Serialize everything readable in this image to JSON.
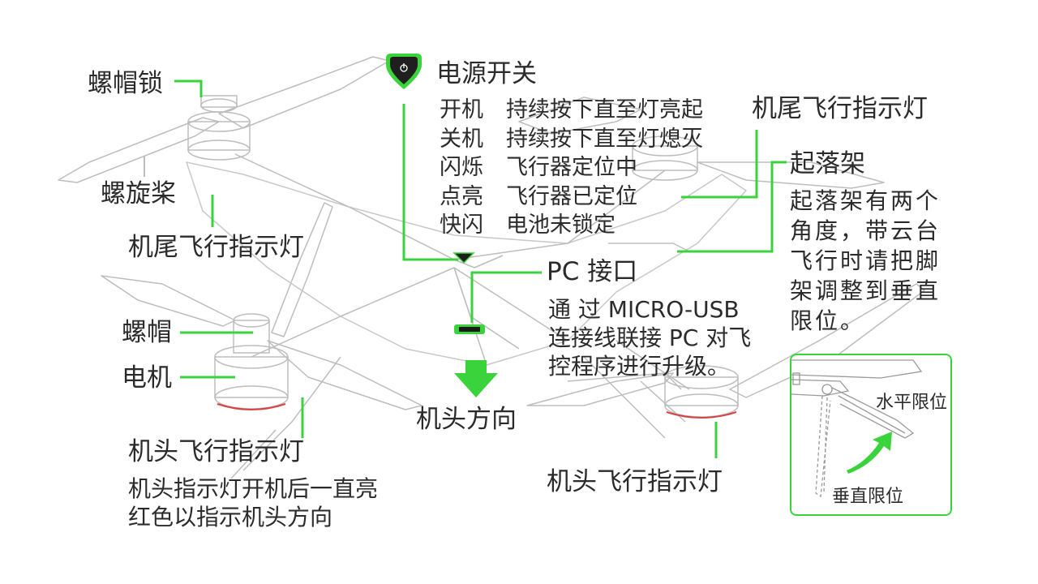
{
  "colors": {
    "accent": "#3bd33b",
    "text": "#2b2b2b",
    "line": "#b0b0b0",
    "red": "#d94040"
  },
  "labels": {
    "nut_lock": "螺帽锁",
    "propeller": "螺旋桨",
    "tail_light_left": "机尾飞行指示灯",
    "nut": "螺帽",
    "motor": "电机",
    "head_light_left": "机头飞行指示灯",
    "head_light_note_1": "机头指示灯开机后一直亮",
    "head_light_note_2": "红色以指示机头方向",
    "head_direction": "机头方向",
    "head_light_right": "机头飞行指示灯",
    "power_switch": "电源开关",
    "tail_light_right": "机尾飞行指示灯",
    "landing_gear": "起落架",
    "landing_gear_note": "起落架有两个角度，带云台飞行时请把脚架调整到垂直限位。",
    "pc_port": "PC 接口",
    "pc_port_note_1": "通 过 MICRO-USB",
    "pc_port_note_2": "连接线联接 PC 对飞",
    "pc_port_note_3": "控程序进行升级。",
    "inset_horizontal": "水平限位",
    "inset_vertical": "垂直限位"
  },
  "power_table": [
    {
      "key": "开机",
      "desc": "持续按下直至灯亮起"
    },
    {
      "key": "关机",
      "desc": "持续按下直至灯熄灭"
    },
    {
      "key": "闪烁",
      "desc": "飞行器定位中"
    },
    {
      "key": "点亮",
      "desc": "飞行器已定位"
    },
    {
      "key": "快闪",
      "desc": "电池未锁定"
    }
  ]
}
